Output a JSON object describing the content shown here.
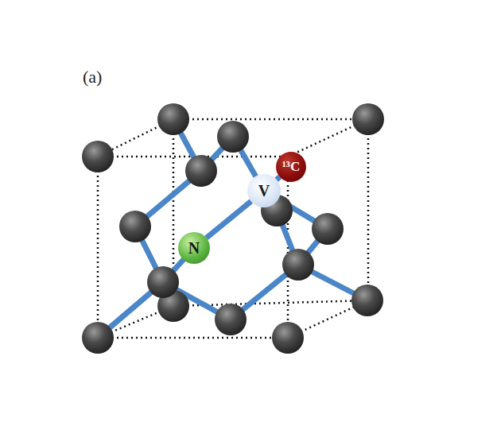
{
  "diagram": {
    "nodes": [
      {
        "text": [
          "¹³C"
        ]
      },
      {
        "text": [
          "V"
        ]
      },
      {
        "text": [
          "N"
        ]
      }
    ],
    "edges": [
      {
        "from": 1,
        "to": 0,
        "arrow": "none"
      },
      {
        "from": 2,
        "to": 1,
        "arrow": "none"
      }
    ],
    "labels": [
      "(a)"
    ]
  }
}
